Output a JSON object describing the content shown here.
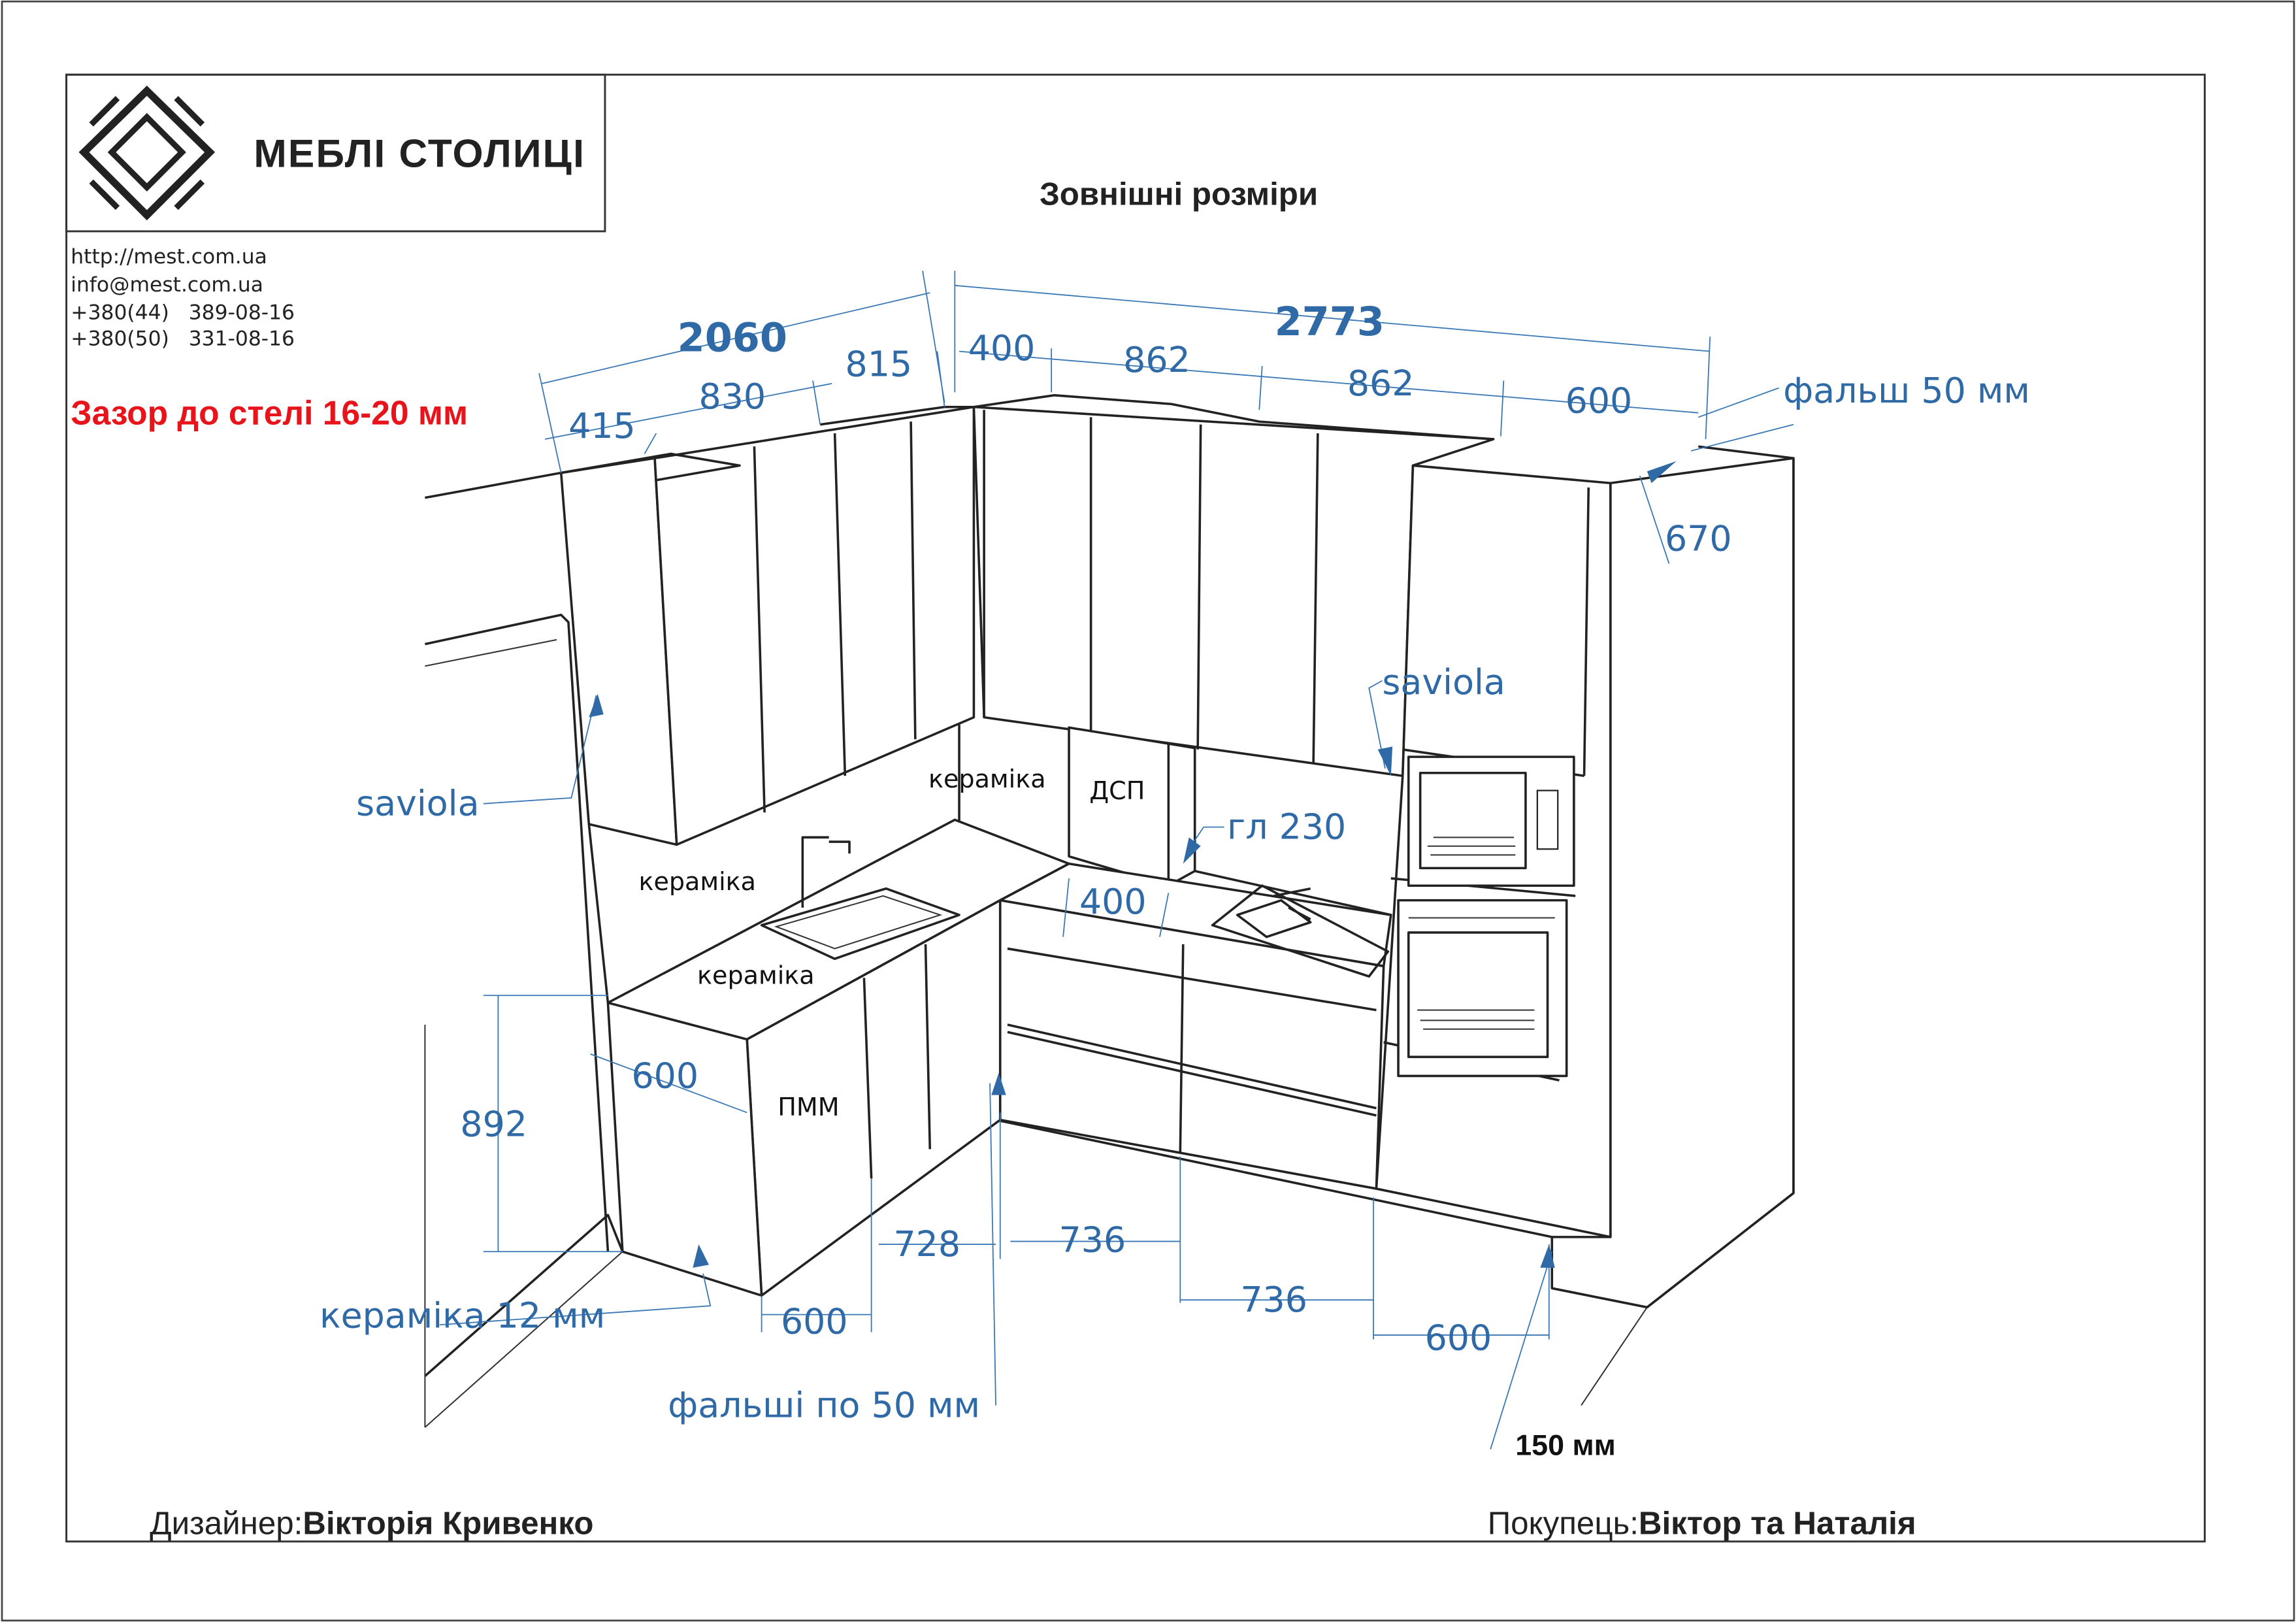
{
  "header": {
    "brand": "МЕБЛІ СТОЛИЦІ",
    "title": "Зовнішні розміри",
    "contacts": [
      "http://mest.com.ua",
      "info@mest.com.ua",
      "+380(44)   389-08-16",
      "+380(50)   331-08-16"
    ],
    "ceiling_gap_note": "Зазор до стелі 16-20 мм"
  },
  "dimensions": {
    "left_total": "2060",
    "back_total": "2773",
    "d415": "415",
    "d830": "830",
    "d815": "815",
    "d400_top": "400",
    "d862_a": "862",
    "d862_b": "862",
    "d600_top": "600",
    "d670": "670",
    "d400_dsp": "400",
    "d600_left": "600",
    "d892": "892",
    "d728": "728",
    "d736_a": "736",
    "d736_b": "736",
    "d600_bottom_right": "600",
    "d600_bottom_left": "600"
  },
  "annotations": {
    "false_panel_50": "фальш 50 мм",
    "saviola_right": "saviola",
    "saviola_left": "saviola",
    "ceramic_back": "кераміка",
    "dsp": "ДСП",
    "depth_230": "гл 230",
    "ceramic_left": "кераміка",
    "ceramic_counter": "кераміка",
    "dishwasher": "ПММ",
    "ceramic_12": "кераміка 12 мм",
    "false_panels_50": "фальші по 50 мм",
    "plinth_150": "150 мм"
  },
  "footer": {
    "designer_label": "Дизайнер:",
    "designer_name": "Вікторія Кривенко",
    "customer_label": "Покупець:",
    "customer_name": "Віктор та Наталія"
  },
  "colors": {
    "dimension": "#2f6aa6",
    "note": "#e8141b",
    "line": "#222222"
  }
}
